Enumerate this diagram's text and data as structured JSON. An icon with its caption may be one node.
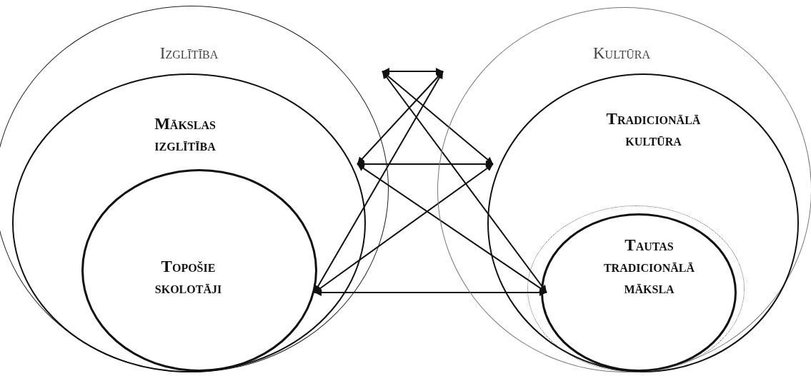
{
  "diagram": {
    "nodes": [
      {
        "text": [
          "Izglītība"
        ]
      },
      {
        "text": [
          "Mākslas izglītība"
        ],
        "in": 0
      },
      {
        "text": [
          "Topošie skolotāji"
        ],
        "in": 1
      },
      {
        "text": [
          "Kultūra"
        ]
      },
      {
        "text": [
          "Tradicionālā kultūra"
        ],
        "in": 3
      },
      {
        "text": [],
        "shape": "circle",
        "in": 4
      },
      {
        "text": [
          "Tautas tradicionālā māksla"
        ],
        "in": 5
      }
    ],
    "edges": [
      {
        "from": 0,
        "to": 3,
        "arrow": "both"
      },
      {
        "from": 0,
        "to": 4,
        "arrow": "both"
      },
      {
        "from": 0,
        "to": 6,
        "arrow": "both"
      },
      {
        "from": 1,
        "to": 3,
        "arrow": "both"
      },
      {
        "from": 1,
        "to": 4,
        "arrow": "both"
      },
      {
        "from": 1,
        "to": 6,
        "arrow": "both"
      },
      {
        "from": 2,
        "to": 3,
        "arrow": "both"
      },
      {
        "from": 2,
        "to": 4,
        "arrow": "both"
      },
      {
        "from": 2,
        "to": 6,
        "arrow": "both"
      }
    ]
  }
}
